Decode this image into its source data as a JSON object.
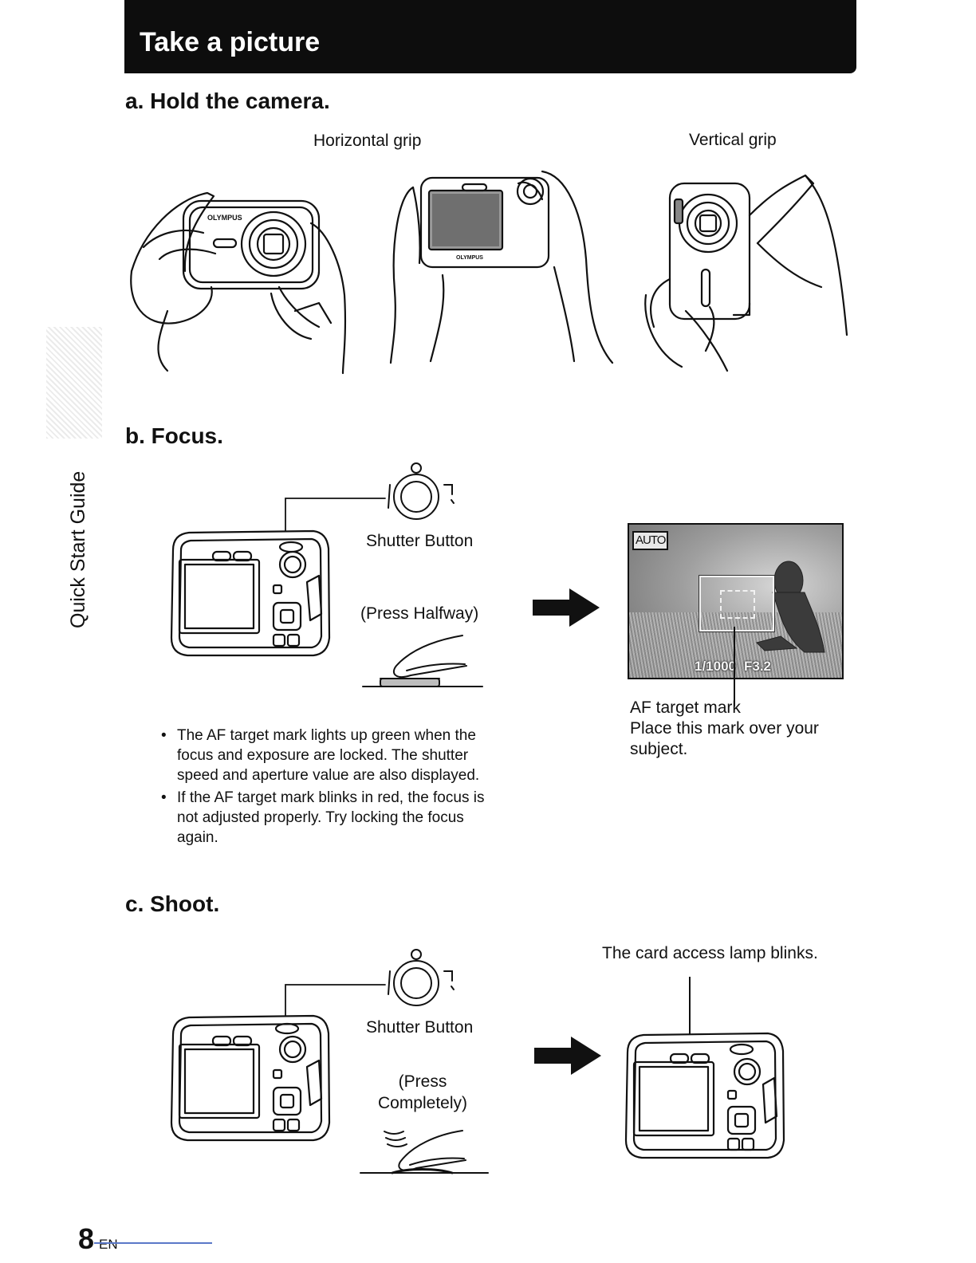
{
  "header": {
    "title": "Take a picture"
  },
  "side_tab": {
    "label": "Quick Start Guide"
  },
  "steps": [
    {
      "heading": "a. Hold the camera."
    },
    {
      "heading": "b. Focus."
    },
    {
      "heading": "c. Shoot."
    }
  ],
  "grips": {
    "horizontal": "Horizontal grip",
    "vertical": "Vertical grip"
  },
  "focus": {
    "shutter_label": "Shutter Button",
    "press_label": "(Press Halfway)",
    "screen": {
      "mode_badge": "AUTO",
      "shutter_speed": "1/1000",
      "aperture": "F3.2"
    },
    "af_caption": [
      "AF target mark",
      "Place this mark over your",
      "subject."
    ],
    "notes": [
      [
        "The AF target mark lights up green when the",
        "focus and exposure are locked. The shutter",
        "speed and aperture value are also displayed."
      ],
      [
        "If the AF target mark blinks in red, the focus is",
        "not adjusted properly. Try locking the focus",
        "again."
      ]
    ]
  },
  "shoot": {
    "shutter_label": "Shutter Button",
    "press_label": [
      "(Press",
      "Completely)"
    ],
    "lamp_caption": "The card access lamp blinks."
  },
  "footer": {
    "page_number": "8",
    "lang": "EN"
  },
  "camera_brand": "OLYMPUS"
}
